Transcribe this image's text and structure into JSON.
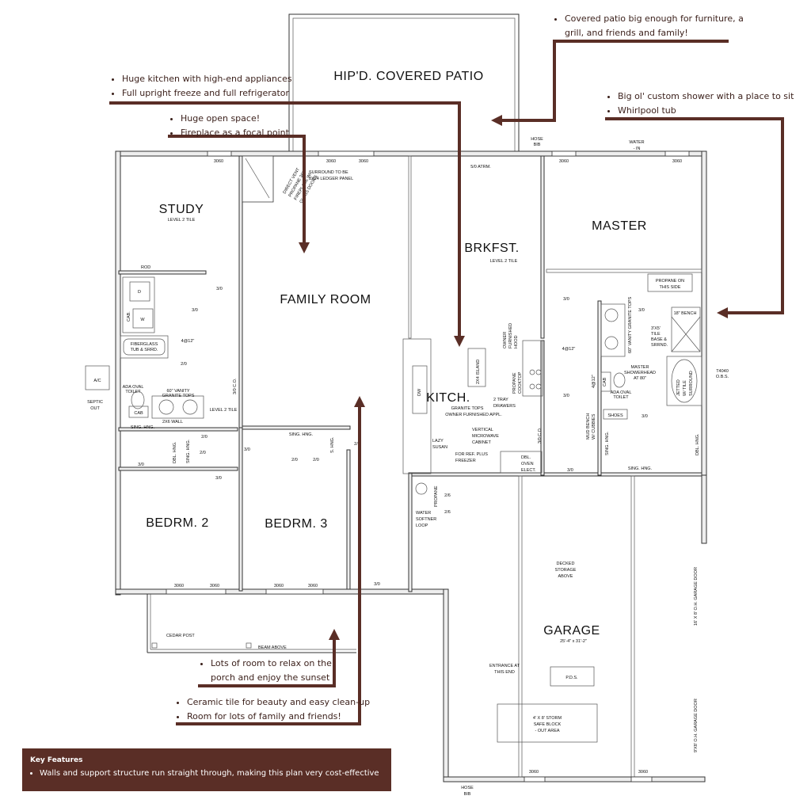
{
  "rooms": {
    "patio": "HIP'D. COVERED PATIO",
    "study": "STUDY",
    "study_sub": "LEVEL 2 TILE",
    "family": "FAMILY ROOM",
    "brkfst": "BRKFST.",
    "brkfst_sub": "LEVEL 2 TILE",
    "master": "MASTER",
    "kitch": "KITCH.",
    "kitch_sub1": "GRANITE TOPS",
    "kitch_sub2": "OWNER FURNISHED APPL.",
    "bed2": "BEDRM. 2",
    "bed3": "BEDRM. 3",
    "garage": "GARAGE",
    "garage_sub": "25'-4\" x 31'-2\""
  },
  "labels": {
    "hose_bib": "HOSE",
    "bib": "BIB",
    "water_in": "WATER",
    "water_in2": "- IN",
    "w3060": "3060",
    "atrm": "5/0 ATRM.",
    "surround1": "SURROUND TO BE",
    "surround2": "8X24 LEDGER PANEL",
    "fireplace1": "DIRECT VENT",
    "fireplace2": "PROPANE 36\"",
    "fireplace3": "FIREPLACE W/",
    "fireplace4": "GLASS DOORS",
    "rod": "ROD",
    "d": "D",
    "w": "W",
    "cab": "CAB.",
    "cab2": "CAB",
    "wall2x6": "2X6 WALL",
    "fiberglass1": "FIBERGLASS",
    "fiberglass2": "TUB & SRRD.",
    "four12": "4@12\"",
    "d30": "3/0",
    "d20": "2/0",
    "d26": "2/6",
    "co": "3/0 C.O.",
    "ac": "A/C",
    "septic1": "SEPTIC",
    "septic2": "OUT",
    "ada1": "ADA OVAL",
    "ada2": "TOILET",
    "vanity1": "60\" VANITY",
    "vanity2": "GRANITE TOPS",
    "level2": "LEVEL 2 TILE",
    "sing_hng": "SING. HNG.",
    "dbl_hng": "DBL. HNG.",
    "s_hng": "S. HNG.",
    "propane_side1": "PROPANE ON",
    "propane_side2": "THIS SIDE",
    "bench": "18\" BENCH",
    "tile_base1": "3'X5'",
    "tile_base2": "TILE",
    "tile_base3": "BASE &",
    "tile_base4": "SRRND.",
    "master_vanity": "60\" VANITY GRANITE TOPS",
    "showerhead1": "MASTER",
    "showerhead2": "SHOWERHEAD",
    "showerhead3": "AT 80\"",
    "jetted1": "JETTED",
    "jetted2": "W/ TILE",
    "jetted3": "SURROUND",
    "t4040": "T4040",
    "obs": "O.B.S.",
    "shoes": "SHOES",
    "mud1": "MUD BENCH",
    "mud2": "W/ CUBBIES",
    "hood1": "OWNER",
    "hood2": "FURNISHED",
    "hood3": "HOOD",
    "cooktop1": "PROPANE",
    "cooktop2": "COOKTOP",
    "island": "2X4 ISLAND",
    "dw": "DW",
    "tray1": "2 TRAY",
    "tray2": "DRAWERS",
    "lazy1": "LAZY",
    "lazy2": "SUSAN",
    "micro1": "VERTICAL",
    "micro2": "MICROWAVE",
    "micro3": "CABINET",
    "ref1": "FOR REF. PLUS",
    "ref2": "FREEZER",
    "oven1": "DBL.",
    "oven2": "OVEN",
    "oven3": "ELECT.",
    "propane": "PROPANE",
    "softner1": "WATER",
    "softner2": "SOFTNER",
    "softner3": "LOOP",
    "decked1": "DECKED",
    "decked2": "STORAGE",
    "decked3": "ABOVE",
    "entrance1": "ENTRANCE AT",
    "entrance2": "THIS END",
    "pds": "P.D.S.",
    "storm1": "4' X 8' STORM",
    "storm2": "SAFE BLOCK",
    "storm3": "- OUT AREA",
    "garage_door1": "16' X 8' O.H. GARAGE DOOR",
    "garage_door2": "9'X8' O.H. GARAGE DOOR",
    "cedar": "CEDAR POST",
    "beam": "BEAM ABOVE",
    "wall_2x6b": "2X6 WALL"
  },
  "callouts": {
    "patio": [
      "Covered patio big enough for furniture, a",
      "grill, and friends and family!"
    ],
    "kitchen": [
      "Huge kitchen with high-end appliances",
      "Full upright freeze and full refrigerator"
    ],
    "open": [
      "Huge open space!",
      "Fireplace as a focal point"
    ],
    "master": [
      "Big ol' custom shower with a place to sit",
      "Whirlpool tub"
    ],
    "porch": [
      "Lots of room to relax on the",
      "porch and enjoy the sunset"
    ],
    "tile": [
      "Ceramic tile for beauty and easy clean-up",
      "Room for lots of family and friends!"
    ]
  },
  "key": {
    "title": "Key Features",
    "items": [
      "Walls and support structure run straight through, making this plan very cost-effective"
    ]
  },
  "colors": {
    "callout_brown": "#5a2e26"
  }
}
